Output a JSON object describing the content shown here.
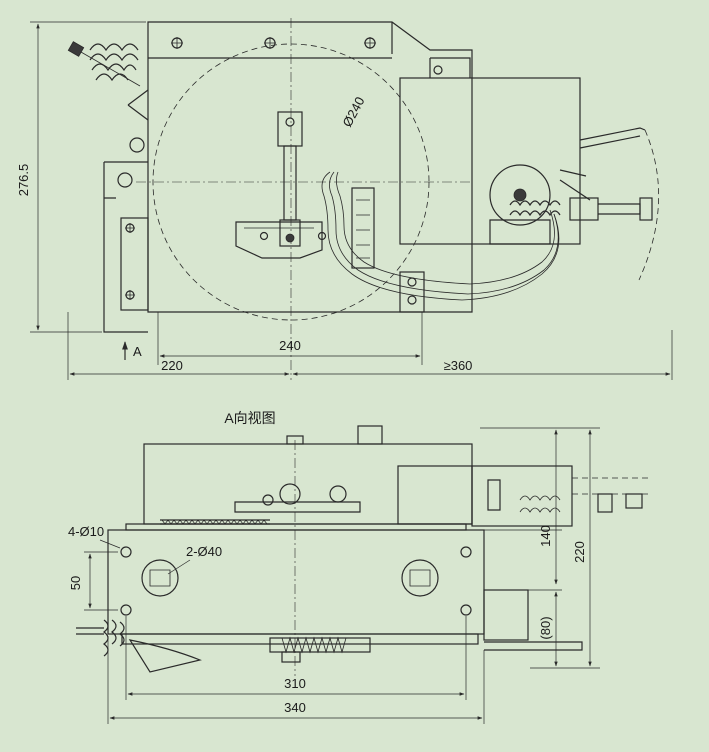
{
  "top_view": {
    "dimensions": {
      "height": "276.5",
      "circle_diameter": "Ø240",
      "left_width": "220",
      "center_width": "240",
      "right_clearance": "≥360"
    },
    "view_arrow_label": "A"
  },
  "side_view": {
    "title": "A向视图",
    "dimensions": {
      "holes": "4-Ø10",
      "slots": "2-Ø40",
      "left_height": "50",
      "inner_height": "140",
      "total_height": "220",
      "lower_height": "(80)",
      "inner_width": "310",
      "total_width": "340"
    }
  }
}
